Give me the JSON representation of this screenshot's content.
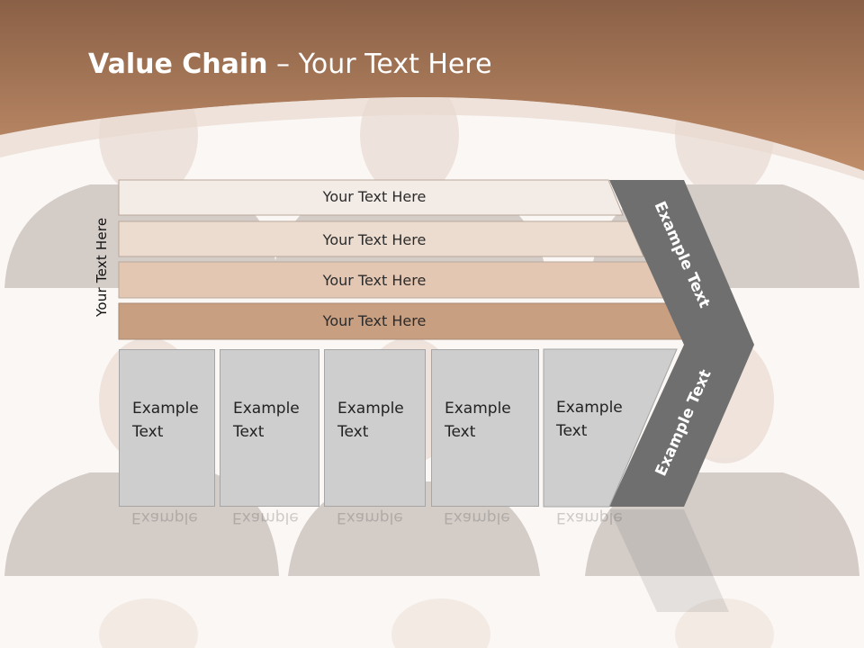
{
  "slide": {
    "title_bold": "Value Chain",
    "title_rest": " – Your Text Here",
    "side_label": "Your Text Here",
    "bars": [
      {
        "label": "Your Text Here",
        "color": "#f3ebe6"
      },
      {
        "label": "Your Text Here",
        "color": "#ecdccf"
      },
      {
        "label": "Your Text Here",
        "color": "#e4c7b2"
      },
      {
        "label": "Your Text Here",
        "color": "#c99f81"
      }
    ],
    "activities": [
      {
        "line1": "Example",
        "line2": "Text"
      },
      {
        "line1": "Example",
        "line2": "Text"
      },
      {
        "line1": "Example",
        "line2": "Text"
      },
      {
        "line1": "Example",
        "line2": "Text"
      },
      {
        "line1": "Example",
        "line2": "Text"
      }
    ],
    "margin_upper": "Example Text",
    "margin_lower": "Example Text"
  },
  "colors": {
    "header": "#a9744f",
    "arrow": "#6f6f6f",
    "box": "#cecece"
  }
}
